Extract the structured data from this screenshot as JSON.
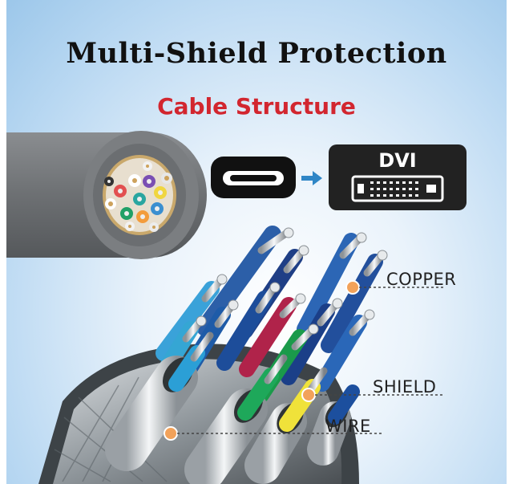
{
  "header": {
    "title": "Multi-Shield Protection",
    "subtitle": "Cable Structure"
  },
  "connector": {
    "from_icon": "usb-c-port-icon",
    "arrow_icon": "arrow-right-icon",
    "to_label": "DVI",
    "to_icon": "dvi-port-icon"
  },
  "callouts": {
    "copper": "COPPER",
    "shield": "SHIELD",
    "wire": "WIRE"
  },
  "colors": {
    "title": "#111111",
    "subtitle": "#d2262f",
    "connector_box": "#222222",
    "arrow": "#2f86c6",
    "callout_dot": "#f2a25a",
    "background": "#b9d8f2"
  }
}
